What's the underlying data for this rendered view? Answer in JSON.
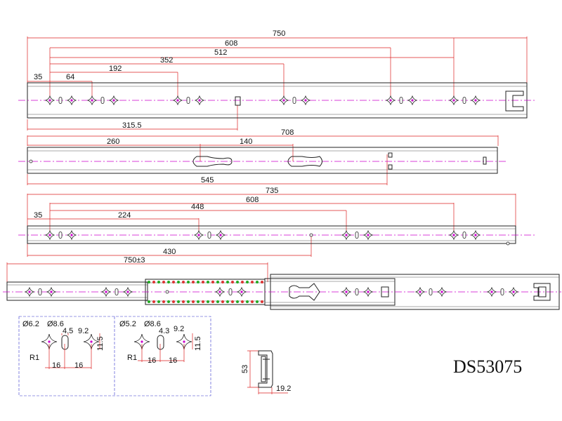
{
  "rail1": {
    "d_total": "750",
    "d_608": "608",
    "d_512": "512",
    "d_352": "352",
    "d_192": "192",
    "d_64": "64",
    "d_35": "35",
    "d_315": "315.5"
  },
  "rail2": {
    "d_708": "708",
    "d_260": "260",
    "d_140": "140",
    "d_545": "545"
  },
  "rail3": {
    "d_735": "735",
    "d_608": "608",
    "d_448": "448",
    "d_224": "224",
    "d_35": "35",
    "d_430": "430"
  },
  "rail4": {
    "d_750": "750±3"
  },
  "detail1": {
    "d_phi62": "Ø6.2",
    "d_phi86": "Ø8.6",
    "d_45": "4.5",
    "d_92": "9.2",
    "d_115": "11.5",
    "d_r1": "R1",
    "d_16a": "16",
    "d_16b": "16"
  },
  "detail2": {
    "d_phi52": "Ø5.2",
    "d_phi86": "Ø8.6",
    "d_43": "4.3",
    "d_92": "9.2",
    "d_115": "11.5",
    "d_r1": "R1",
    "d_16a": "16",
    "d_16b": "16"
  },
  "profile": {
    "d_53": "53",
    "d_192": "19.2"
  },
  "model": "DS53075"
}
